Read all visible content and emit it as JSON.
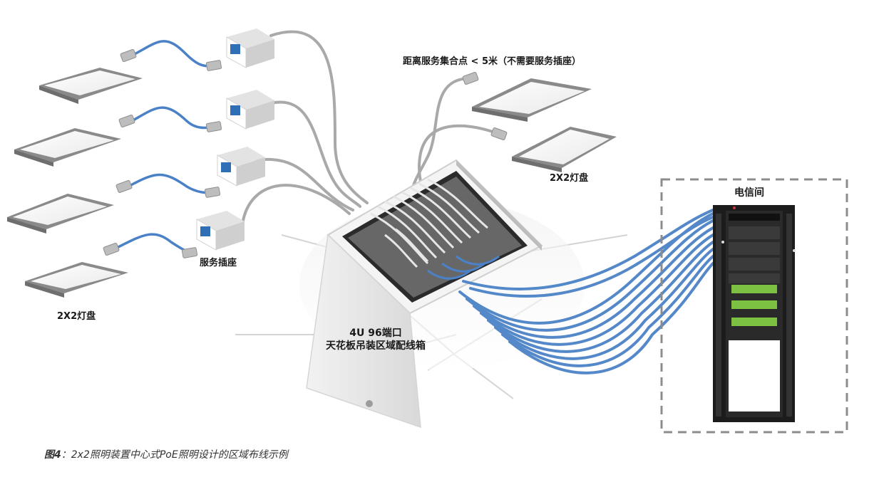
{
  "labels": {
    "service_point_note": "距离服务集合点 < 5米（不需要服务插座）",
    "fixture_right": "2X2灯盘",
    "fixture_left": "2X2灯盘",
    "telecom_room": "电信间",
    "service_outlet": "服务插座",
    "zone_box_line1": "4U 96端口",
    "zone_box_line2": "天花板吊装区域配线箱"
  },
  "caption": {
    "figure_no": "图4",
    "text": "：2x2照明装置中心式PoE照明设计的区域布线示例"
  },
  "colors": {
    "blue_cable": "#4b82c7",
    "grey_cable": "#a9a9a9",
    "rack_dark": "#1c1c1c",
    "rack_green": "#7dc142",
    "dashed_border": "#8c8c8c"
  }
}
